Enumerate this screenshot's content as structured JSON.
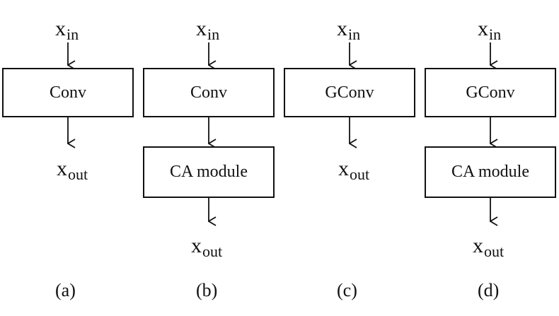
{
  "panels": [
    {
      "input_var": "x",
      "input_sub": "in",
      "block1": "Conv",
      "block2": "",
      "output_var": "x",
      "output_sub": "out",
      "caption": "(a)"
    },
    {
      "input_var": "x",
      "input_sub": "in",
      "block1": "Conv",
      "block2": "CA module",
      "output_var": "x",
      "output_sub": "out",
      "caption": "(b)"
    },
    {
      "input_var": "x",
      "input_sub": "in",
      "block1": "GConv",
      "block2": "",
      "output_var": "x",
      "output_sub": "out",
      "caption": "(c)"
    },
    {
      "input_var": "x",
      "input_sub": "in",
      "block1": "GConv",
      "block2": "CA module",
      "output_var": "x",
      "output_sub": "out",
      "caption": "(d)"
    }
  ],
  "colors": {
    "stroke": "#111111",
    "background": "#ffffff"
  }
}
